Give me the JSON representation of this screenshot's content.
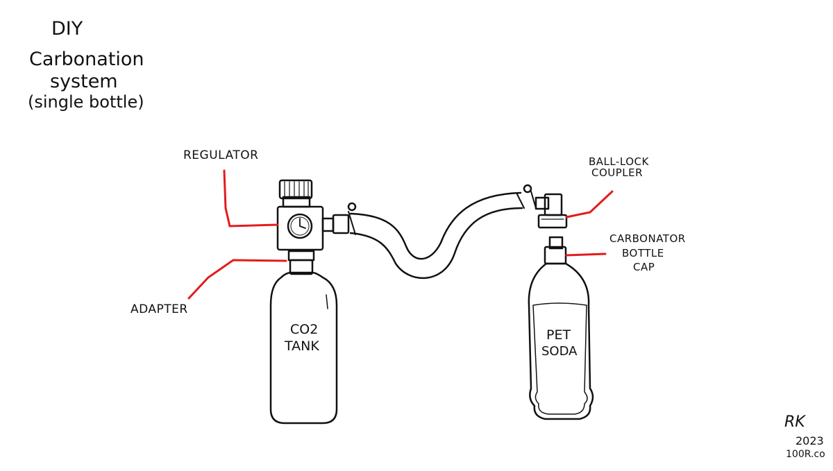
{
  "title": {
    "line1": "DIY",
    "line2": "Carbonation",
    "line3": "system",
    "line4": "(single bottle)"
  },
  "labels": {
    "regulator": "REGULATOR",
    "adapter": "ADAPTER",
    "coupler_line1": "BALL-LOCK",
    "coupler_line2": "COUPLER",
    "cap_line1": "CARBONATOR",
    "cap_line2": "BOTTLE",
    "cap_line3": "CAP",
    "tank_line1": "CO2",
    "tank_line2": "TANK",
    "bottle_line1": "PET",
    "bottle_line2": "SODA"
  },
  "signature": {
    "initials": "RK",
    "year": "2023",
    "site": "100R.co"
  },
  "colors": {
    "ink": "#111111",
    "leader_lines": "#e31b1b"
  }
}
